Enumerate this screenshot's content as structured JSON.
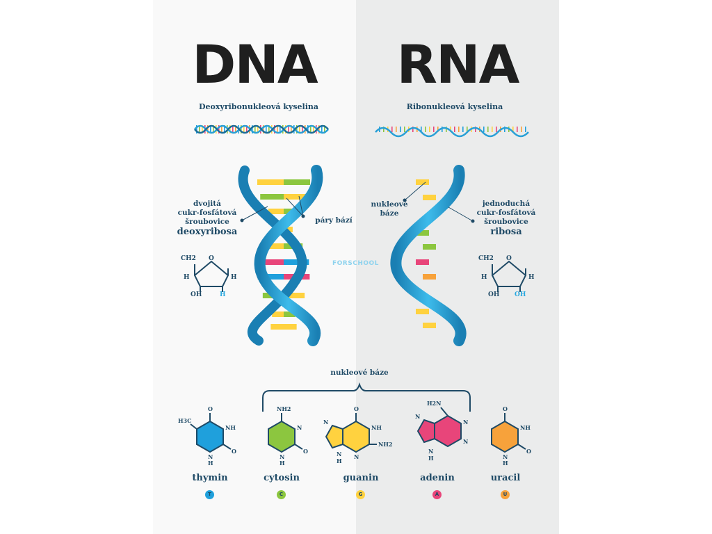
{
  "dna": {
    "title": "DNA",
    "subtitle": "Deoxyribonukleová kyselina",
    "backbone_label_line1": "dvojitá",
    "backbone_label_line2": "cukr-fosfátová",
    "backbone_label_line3": "šroubovice",
    "sugar_label": "deoxyribosa",
    "pairs_label": "páry bází",
    "sugar_atoms": [
      "CH2",
      "O",
      "H",
      "H",
      "OH",
      "H"
    ]
  },
  "rna": {
    "title": "RNA",
    "subtitle": "Ribonukleová kyselina",
    "bases_label": "nukleové báze",
    "backbone_label_line1": "jednoduchá",
    "backbone_label_line2": "cukr-fosfátová",
    "backbone_label_line3": "šroubovice",
    "sugar_label": "ribosa",
    "sugar_atoms": [
      "CH2",
      "O",
      "H",
      "H",
      "OH",
      "OH"
    ]
  },
  "watermark": "FORSCHOOL",
  "bases_group_label": "nukleové báze",
  "bases": [
    {
      "name": "thymin",
      "letter": "T",
      "color": "#1fa0dc"
    },
    {
      "name": "cytosin",
      "letter": "C",
      "color": "#8cc63f"
    },
    {
      "name": "guanin",
      "letter": "G",
      "color": "#ffd23f"
    },
    {
      "name": "adenin",
      "letter": "A",
      "color": "#e8457a"
    },
    {
      "name": "uracil",
      "letter": "U",
      "color": "#f7a23b"
    }
  ],
  "molecule_atoms": {
    "thymin": [
      "H3C",
      "O",
      "NH",
      "N",
      "H",
      "O"
    ],
    "cytosin": [
      "NH2",
      "N",
      "N",
      "H",
      "O"
    ],
    "guanin": [
      "O",
      "NH",
      "NH2",
      "N",
      "N",
      "N",
      "H"
    ],
    "adenin": [
      "H2N",
      "N",
      "N",
      "N",
      "N",
      "H"
    ],
    "uracil": [
      "O",
      "NH",
      "N",
      "H",
      "O"
    ]
  },
  "dna_rungs": [
    "G",
    "C",
    "G",
    "C",
    "C",
    "G",
    "A",
    "T",
    "G",
    "C",
    "G",
    "C",
    "G",
    "G"
  ],
  "rna_rungs": [
    "G",
    "G",
    "C",
    "C",
    "A",
    "U",
    "G",
    "G"
  ],
  "colors": {
    "title": "#1f1f1f",
    "label": "#1f4a66",
    "helix_blue": "#29a8df",
    "helix_dark": "#1a7fb3"
  }
}
